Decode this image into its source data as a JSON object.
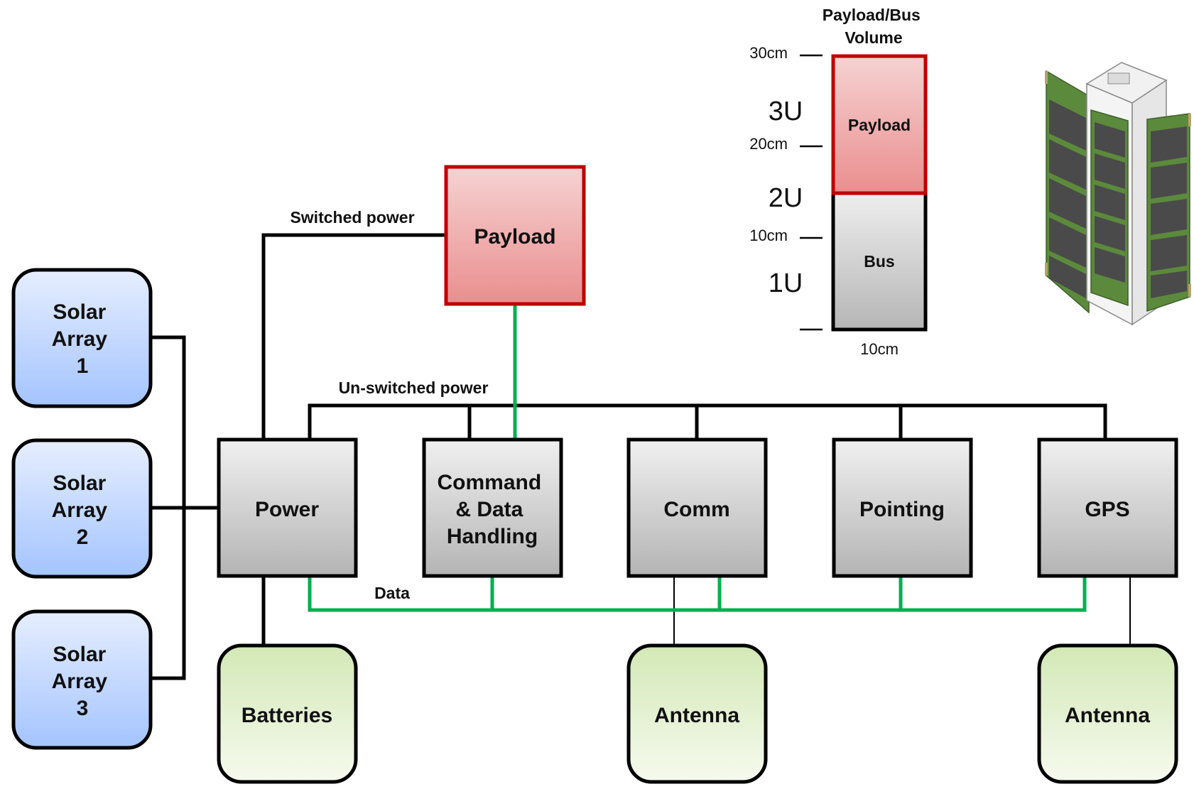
{
  "colors": {
    "power_line": "#000000",
    "data_line": "#00b050",
    "solar_fill": "#aac8ff",
    "gray_box": "#c8c8c8",
    "green_box": "#dcedc4",
    "payload_fill": "#ec9494",
    "payload_border": "#c00000"
  },
  "solar_arrays": [
    {
      "lines": [
        "Solar",
        "Array",
        "1"
      ]
    },
    {
      "lines": [
        "Solar",
        "Array",
        "2"
      ]
    },
    {
      "lines": [
        "Solar",
        "Array",
        "3"
      ]
    }
  ],
  "subsystems": [
    {
      "lines": [
        "Power"
      ]
    },
    {
      "lines": [
        "Command",
        "& Data",
        "Handling"
      ]
    },
    {
      "lines": [
        "Comm"
      ]
    },
    {
      "lines": [
        "Pointing"
      ]
    },
    {
      "lines": [
        "GPS"
      ]
    }
  ],
  "peripherals": {
    "batteries": "Batteries",
    "antenna_comm": "Antenna",
    "antenna_gps": "Antenna"
  },
  "payload": {
    "label": "Payload"
  },
  "wire_labels": {
    "switched": "Switched power",
    "unswitched": "Un-switched power",
    "data": "Data"
  },
  "volume_chart": {
    "title": [
      "Payload/Bus",
      "Volume"
    ],
    "ticks": [
      "30cm",
      "20cm",
      "10cm"
    ],
    "units": [
      "3U",
      "2U",
      "1U"
    ],
    "payload_label": "Payload",
    "bus_label": "Bus",
    "width_label": "10cm"
  },
  "cubesat_image": {
    "icon": "cubesat-3u-illustration"
  }
}
